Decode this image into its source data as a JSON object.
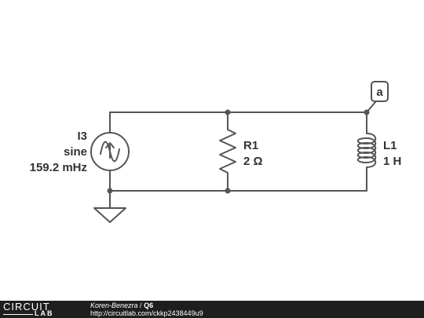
{
  "source": {
    "name": "I3",
    "type": "sine",
    "freq": "159.2 mHz"
  },
  "resistor": {
    "name": "R1",
    "value": "2 Ω"
  },
  "inductor": {
    "name": "L1",
    "value": "1 H"
  },
  "probe": {
    "label": "a"
  },
  "footer": {
    "logo_top": "CIRCUIT",
    "logo_bottom": "LAB",
    "author": "Koren-Benezra",
    "separator": " / ",
    "title": "Q6",
    "url": "http://circuitlab.com/ckkp2438449u9"
  },
  "colors": {
    "wire": "#555555",
    "label": "#333333",
    "footer_bg": "#1e1e1e"
  }
}
